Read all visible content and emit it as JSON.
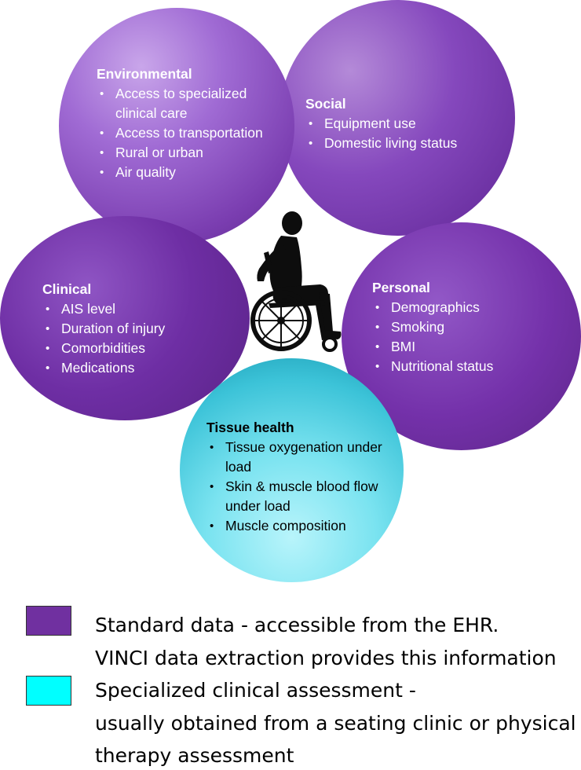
{
  "circles": {
    "environmental": {
      "heading": "Environmental",
      "items": [
        "Access to specialized clinical care",
        "Access to transportation",
        "Rural or urban",
        "Air quality"
      ]
    },
    "social": {
      "heading": "Social",
      "items": [
        "Equipment use",
        "Domestic living status"
      ]
    },
    "clinical": {
      "heading": "Clinical",
      "items": [
        "AIS level",
        "Duration of injury",
        "Comorbidities",
        "Medications"
      ]
    },
    "personal": {
      "heading": "Personal",
      "items": [
        "Demographics",
        "Smoking",
        "BMI",
        "Nutritional status"
      ]
    },
    "tissue": {
      "heading": "Tissue health",
      "items": [
        "Tissue oxygenation under load",
        "Skin & muscle blood flow under load",
        "Muscle composition"
      ]
    }
  },
  "legend": {
    "standard": {
      "color": "#7030a0",
      "line1": "Standard data - accessible from the EHR.",
      "line2": "VINCI data extraction provides this information"
    },
    "specialized": {
      "color": "#00ffff",
      "line1": "Specialized clinical assessment  -",
      "line2": "usually obtained from a seating clinic or physical",
      "line3": "therapy assessment"
    }
  },
  "icons": {
    "center": "wheelchair-user-icon"
  }
}
